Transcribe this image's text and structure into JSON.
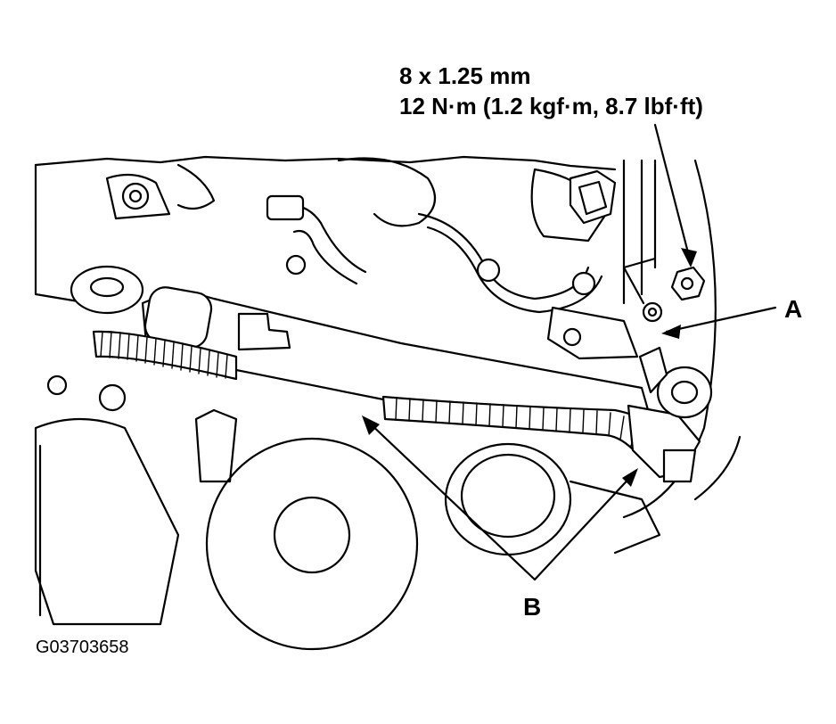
{
  "fastener_spec": {
    "bolt_size": "8 x 1.25 mm",
    "torque": "12 N·m (1.2 kgf·m, 8.7 lbf·ft)"
  },
  "callouts": {
    "a": "A",
    "b": "B"
  },
  "figure_id": "G03703658"
}
